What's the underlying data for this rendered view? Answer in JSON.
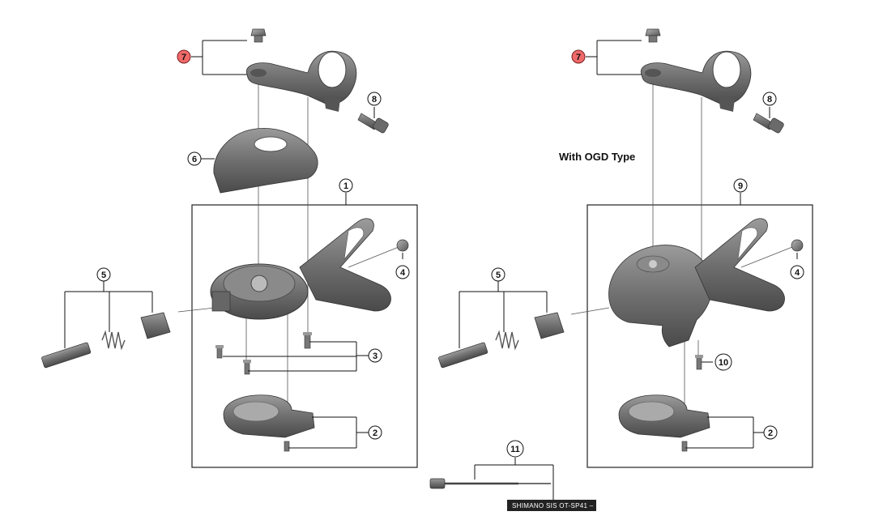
{
  "diagram": {
    "variant_title": "With OGD Type",
    "cable_band_text": "SHIMANO SIS OT-SP41 –",
    "left_callouts": [
      "7",
      "8",
      "6",
      "1",
      "4",
      "5",
      "3",
      "2"
    ],
    "right_callouts": [
      "7",
      "8",
      "9",
      "4",
      "5",
      "10",
      "2"
    ],
    "cable_callout": "11",
    "highlight_color": "#f06a6a",
    "part_color": "#7a7a7a"
  }
}
